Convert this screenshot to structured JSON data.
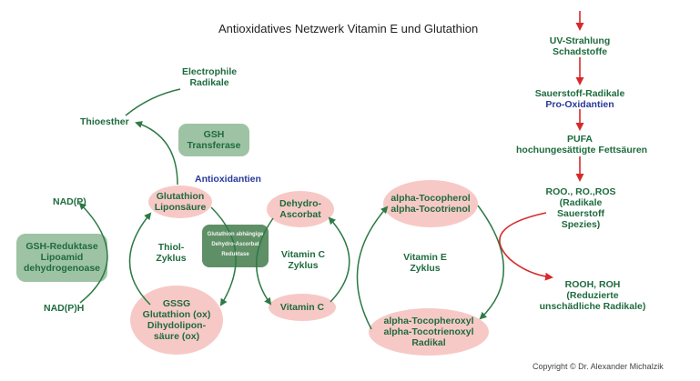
{
  "title": "Antioxidatives Netzwerk Vitamin E und Glutathion",
  "copyright": "Copyright  © Dr. Alexander Michalzik",
  "nodes": {
    "electrophile": [
      "Electrophile",
      "Radikale"
    ],
    "thioesther": "Thioesther",
    "gst": [
      "GSH",
      "Transferase"
    ],
    "antioxidantien": "Antioxidantien",
    "nadp": "NAD(P)",
    "nadph": "NAD(P)H",
    "gsh_reduktase": [
      "GSH-Reduktase",
      "Lipoamid",
      "dehydrogenoase"
    ],
    "glutathion": [
      "Glutathion",
      "Liponsäure"
    ],
    "thiol_zyklus": [
      "Thiol-",
      "Zyklus"
    ],
    "gssg": [
      "GSSG",
      "Glutathion (ox)",
      "Dihydolipon-",
      "säure (ox)"
    ],
    "center_box": [
      "Glutathion abhängige",
      "Dehydro-Ascorbat",
      "Reduktase"
    ],
    "dehydro": [
      "Dehydro-",
      "Ascorbat"
    ],
    "vitc_zyklus": [
      "Vitamin C",
      "Zyklus"
    ],
    "vitc": "Vitamin C",
    "tocopherol": [
      "alpha-Tocopherol",
      "alpha-Tocotrienol"
    ],
    "vite_zyklus": [
      "Vitamin E",
      "Zyklus"
    ],
    "tocopheroxyl": [
      "alpha-Tocopheroxyl",
      "alpha-Tocotrienoxyl",
      "Radikal"
    ],
    "uv": [
      "UV-Strahlung",
      "Schadstoffe"
    ],
    "sauerstoff": "Sauerstoff-Radikale",
    "prooxidantien": "Pro-Oxidantien",
    "pufa": [
      "PUFA",
      "hochungesättigte Fettsäuren"
    ],
    "roo": [
      "ROO., RO.,ROS",
      "(Radikale",
      "Sauerstoff",
      "Spezies)"
    ],
    "rooh": [
      "ROOH, ROH",
      "(Reduzierte",
      "unschädliche Radikale)"
    ]
  },
  "colors": {
    "text_green": "#1e6b3e",
    "text_blue": "#27399a",
    "ellipse_pink": "#f7c9c6",
    "box_green": "#9ec3a4",
    "center_box": "#5f8f66",
    "arrow_green": "#2d7a45",
    "arrow_red": "#d62a2a"
  }
}
